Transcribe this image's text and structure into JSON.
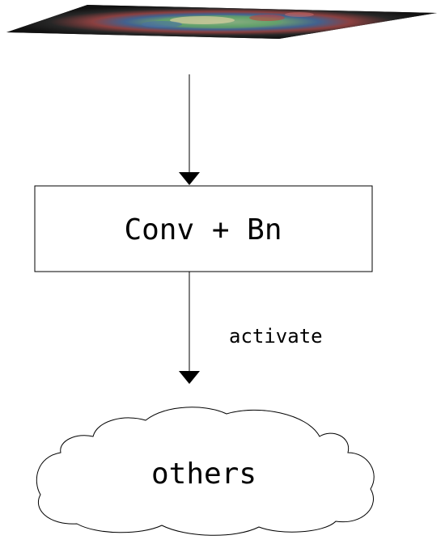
{
  "diagram": {
    "input_image": {
      "icon": "feature-map-image-plane",
      "colors": [
        "#1a1a1a",
        "#2e8b57",
        "#c04040",
        "#4a6fa5",
        "#d8c060",
        "#7fbf7f"
      ]
    },
    "conv_box": {
      "label": "Conv + Bn"
    },
    "edge_activate": {
      "label": "activate"
    },
    "cloud": {
      "label": "others"
    },
    "colors": {
      "stroke": "#000000",
      "fill": "#ffffff"
    }
  }
}
